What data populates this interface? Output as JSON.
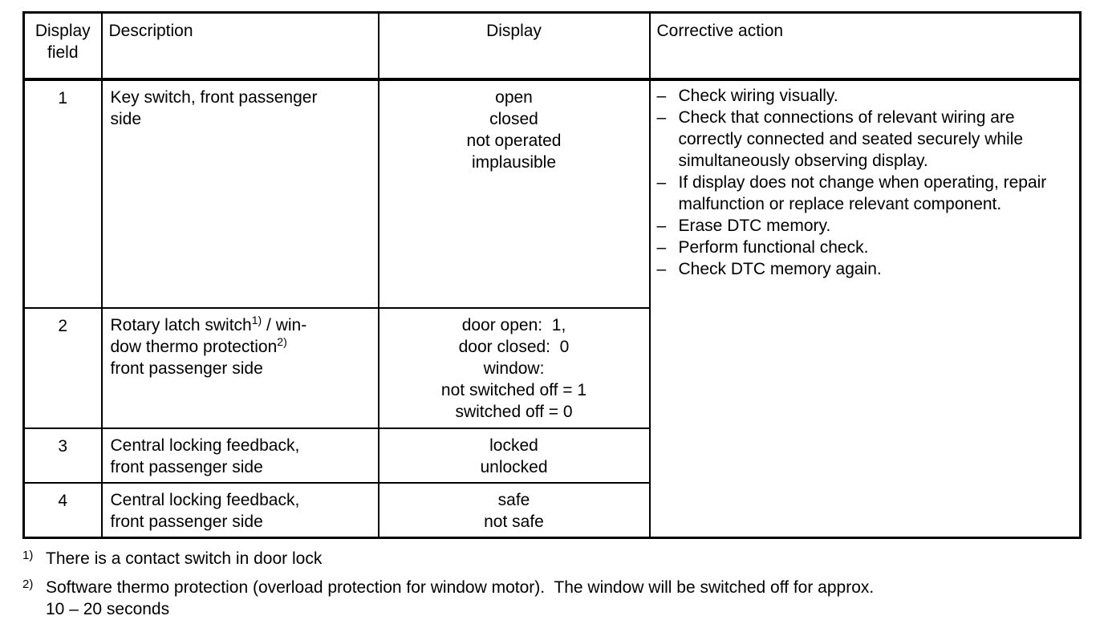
{
  "page": {
    "background_color": "#ffffff",
    "text_color": "#000000"
  },
  "table": {
    "headers": [
      {
        "label": "Display field"
      },
      {
        "label": "Description"
      },
      {
        "label": "Display"
      },
      {
        "label": "Corrective action"
      }
    ],
    "rows": [
      {
        "field": "1",
        "desc_lines": [
          "Key switch, front passenger",
          "side"
        ],
        "display_lines": [
          "open",
          "closed",
          "not operated",
          "implausible"
        ]
      },
      {
        "field": "2",
        "desc": {
          "pre": "Rotary latch switch",
          "sup1": "1)",
          "mid": " / win-",
          "line2": "dow thermo protection",
          "sup2": "2)",
          "line3": "front passenger side"
        },
        "display_lines": [
          "door open:  1,",
          "door closed:  0",
          "window:",
          "not switched off = 1",
          "switched off = 0"
        ]
      },
      {
        "field": "3",
        "desc_lines": [
          "Central locking feedback,",
          "front passenger side"
        ],
        "display_lines": [
          "locked",
          "unlocked"
        ]
      },
      {
        "field": "4",
        "desc_lines": [
          "Central locking feedback,",
          "front passenger side"
        ],
        "display_lines": [
          "safe",
          "not safe"
        ]
      }
    ]
  },
  "corrective": {
    "bullet": "–",
    "items": [
      "Check wiring visually.",
      "Check that connections of relevant wiring are correctly connected and seated securely while simultaneously observing display.",
      "If display does not change when operating, repair malfunction or replace relevant component.",
      "Erase DTC memory.",
      "Perform functional check.",
      "Check DTC memory again."
    ]
  },
  "footnotes": [
    {
      "sup": "1)",
      "text": "There is a contact switch in door lock"
    },
    {
      "sup": "2)",
      "line1": "Software thermo protection (overload protection for window motor).  The window will be switched off for approx.",
      "line2": "10 – 20 seconds"
    }
  ]
}
